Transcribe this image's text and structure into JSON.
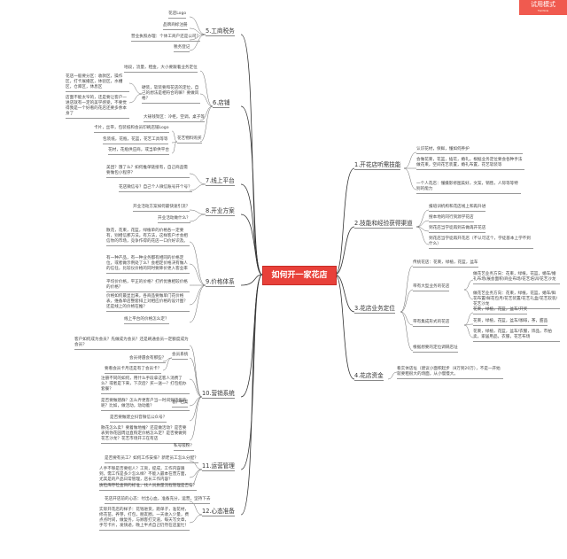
{
  "badge": {
    "label": "试用模式",
    "sub": "Trial Mode"
  },
  "root": "如何开一家花店",
  "branches": {
    "b1": "1.开花店听需技能",
    "b2": "2.技能和经验获得渠道",
    "b3": "3.花店业务定位",
    "b4": "4.花店资金",
    "b5": "5.工商税务",
    "b6": "6.店铺",
    "b7": "7.线上平台",
    "b8": "8.开业方案",
    "b9": "9.价格体系",
    "b10": "10.营销系统",
    "b11": "11.运营管理",
    "b12": "12.心态准备"
  },
  "b1": {
    "l1": "认识花材，保鲜，懂如何养护",
    "l2": "会做花束，花篮，插花，婚礼，根据业务定位要会各种手法做花束，空间花艺装置，婚礼布置，花艺软装等",
    "l3": "一个人花店：懂摄影修图美好，文案，销售，人际等等特别的能力"
  },
  "b2": {
    "l1": "报培训机构和花店线上和再升进",
    "l2": "搜本地的同行资源学花店",
    "l3": "到花店当学徒再到去做再开花店",
    "l4": "到花店当学徒再开花店（不认可这个，学徒基本上学不到什么）"
  },
  "b3": {
    "l1": "传统花店：花束，绿植，花篮，盆车",
    "l2": "带有大型业务的花店",
    "l3": "做花艺业务方向：花束，绿植，花篮，婚车/婚礼布场/展会面积/商业布场/花艺培训/花艺沙龙",
    "l4": "做花艺业务方向：花束，绿植，花篮，婚车/鲜花布置/鲜花包月/花艺装置/花艺礼盒/花艺软装/花艺沙龙",
    "l5": "带有集成形式的花店",
    "l6": "花束，绿植，花篮，盆车/开奖",
    "l7": "花束，绿植，花篮，盆车/咖啡，茶，甜品",
    "l8": "花束，绿植，花篮，盆车/衣服，饰品，市拍卖，家居用品，衣服，花艺布场",
    "l9": "根据想要的定位调研店址"
  },
  "b4": {
    "l1": "看实体店址（建议小面积起步（8万到20万），不是一开始就要租很大的场面，从小慢慢大。"
  },
  "b5": {
    "l1": "花店Logo",
    "l2": "品牌商标注册",
    "l3": "营业执照办理：个体工商户还是公司？",
    "l4": "税务登记"
  },
  "b6": {
    "l1": "地段，流量，租金，大小要跟着业务定位",
    "l2": "花店一般要分区：收款区，操作区，打卡展播区，体验区，水槽区，仓库区，休息区",
    "l3": "店面不能太窄的，还是要让客户一进店就有一定的美学感受，不要觉得我是一个好看的花店还要多余本身了",
    "l4": "硬装，软装要和花店的定位，自己的想法是相符合的嘛？要做风格？",
    "l5": "大裱钱架区：冷柜，空调，桌子等",
    "l6": "卡片，丝带，包装纸和会员印刷店铺Logo",
    "l7": "包装纸，花瓶，花篮，花艺工具等等",
    "l8": "花材，花瓶供应商，或当单供平台",
    "l9": "花艺物料购买"
  },
  "b7": {
    "l1": "美团？饿了么？如何推单链接有，自己商品需要做包小程序？",
    "l2": "花店微信号？自己个人微信账号开个号？"
  },
  "b8": {
    "l1": "开业活动方案如何最快速引流？",
    "l2": "开业活动做什么？"
  },
  "b9": {
    "l1": "散花，花束，花篮，绿植单的价格各一定要有，别相信那方法。有方法，这样客户才会相信你的市场，竞争作得的花店一口价好识及。",
    "l2": "有一种产品，有一种业务都有相同的价格定位，或者做示例处了么？会相定价格决有做人的信任，比较仪价格的同时要降价更入客业率",
    "l3": "平均价价格，平正的价格？打折优惠相较价格的价格？",
    "l4": "价格如何最显出来，各商品要做单门花价格表，维备单店整套排上对相应价格的设计图？还是线上的价格在推？",
    "l5": "线上平台的价格怎么定？"
  },
  "b10": {
    "l1": "客户如何成为会员？先做成为会员？还是刷通会员一定额度成为会员？",
    "l2": "会员系统",
    "l3": "会员待遇会有那些？",
    "l4": "要看会员卡月还是有了会员卡？",
    "l5": "注册不同的如何，用什么手段拿这客人消费了么？或者是下来，下次后？买一送一？打包招办套餐？",
    "l6": "客户档案",
    "l7": "是否要做建群？怎么弄更客户当一时间到店里的呢？比如，做活动，动动着？",
    "l8": "是否要做建立抖音微信公众号？",
    "l9": "散花怎么卖？要着做地推？还是做活动？是否要表到你花园周边直购定价格怎么定？是否要做到花艺沙龙？花艺市场开工在有店",
    "l10": "私号吸粉？"
  },
  "b11": {
    "l1": "是否要有员工？如何工作安排？新老员工怎么分配？",
    "l2": "人手不够是否要招人？工资，提成，工作内容跟到，需工作是多少怎么样？不能入最本在营方面，尤其是的产品日常管理，店长工作内容？",
    "l3": "质检库存检查目的标准，找人员质量流程管理是否有？"
  },
  "b12": {
    "l1": "花店开店前的心态：付出心血，准备充分，运营，坚持下去",
    "l2": "实际开花店的样子：花钱进货，跑单子，准花材，修花苗，养芽，打包，朋友圈，一天收入少量，费点点时间，做复务，与顾客打交道，每天写文章，手写卡片，发快递，晚上半点自己仍然在店里忙！"
  }
}
